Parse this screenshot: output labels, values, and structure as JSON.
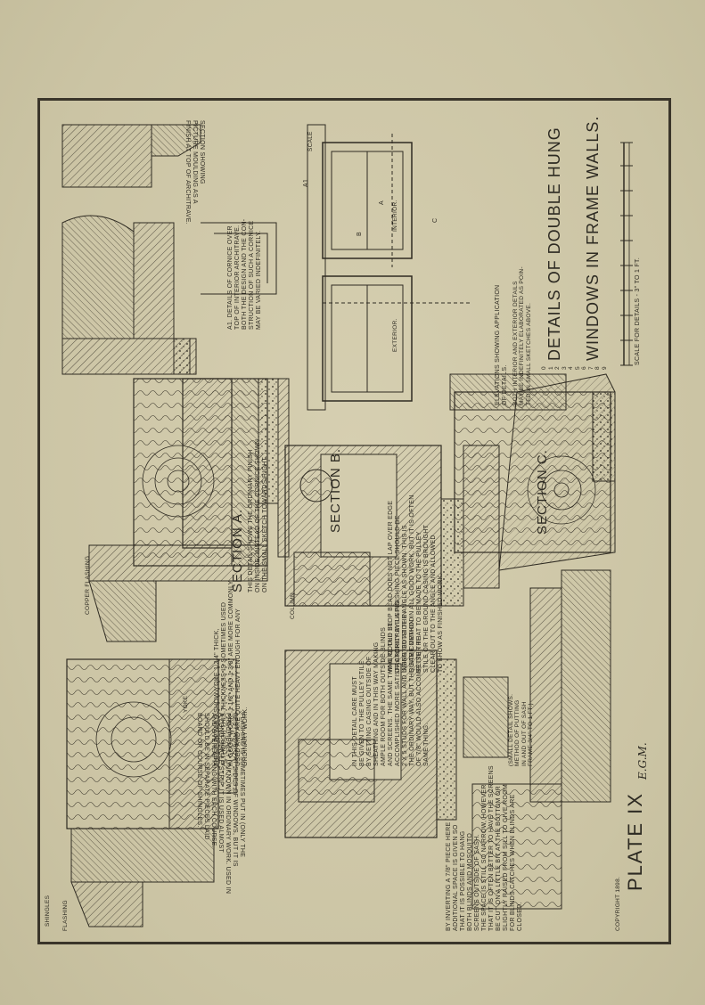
{
  "plate": {
    "title_line1": "DETAILS OF DOUBLE HUNG",
    "title_line2": "WINDOWS IN FRAME WALLS.",
    "plate_number": "PLATE IX",
    "scale_caption": "SCALE FOR DETAILS - 3\" TO 1 FT.",
    "scale_ticks": [
      "0",
      "1",
      "2",
      "3",
      "4",
      "5",
      "6",
      "7",
      "8",
      "9"
    ],
    "signature": "E.G.M.",
    "copyright": "COPYRIGHT 1898."
  },
  "sections": {
    "section_a": "SECTION A.",
    "section_b": "SECTION B.",
    "section_c": "SECTION C.",
    "section_a_note": "THIS DETAIL SHOWS THE ORDINARY FINISH\nON INSIDE, INSTEAD OF THE CORNICE SHOWN\nON THE SMALL SKETCH TOWARDS RIGHT.",
    "a1_note": "A1. DETAILS OF CORNICE OVER\nTOP OF INTERIOR ARCHITRAVE.\nBOTH THE DESIGN AND THE CON-\nSTRUCTION OF SUCH A CORNICE\nMAY BE VARIED INDEFINITELY.",
    "section_showing": "SECTION SHOWING\nPICTURE MOULDING AS A\nFINISH AT TOP OF ARCHITRAVE."
  },
  "labels": {
    "shingles": "SHINGLES",
    "flashing": "FLASHING",
    "copper_flashing": "COPPER FLASHING",
    "yoke": "YOKE",
    "column": "COLUMN",
    "scale_small": "SCALE",
    "sketch_a": "A",
    "sketch_a1": "A1",
    "sketch_b": "B",
    "sketch_c": "C",
    "interior": "INTERIOR.",
    "exterior": "EXTERIOR."
  },
  "notes": {
    "flashing_note": "FLASHING IS SOMETIMES PUT IN (ONLY THE\nBEST WORK) AT SIDES OF WINDOWS, BUT IT IS\nPRACTICALLY UNKNOWN IN ORDINARY WORK. USED IN\nA LONG SINGLE STRIP, IT IS USED ALMOST\nAND OVERLAPPING WITH EACH COURSE.\nSHOULD BE IN SEPARATE PIECES LAID\nBOARD OR COURSE OF SHINGLES.",
    "thickness_note": "THESE DETAILS SHOW YOKE 1 3/4\" THICK,\nALTHOUGH THIS THICKNESS IS SOMETIMES USED\nIN GOOD WORK. 1 1/8\" AND 1 3/8\" ARE MORE COMMONLY\nUSED AND ARE QUITE HEAVY ENOUGH FOR ANY\nORDINARY WORK.",
    "inverting_note": "BY INVERTING A 7/8\" PIECE HERE\nADDITIONAL SPACE IS GIVEN SO\nTHAT IT IS POSSIBLE TO HANG\nBOTH BLINDS AND MOSQUITO\nSCREENS OUTSIDE OF SASH.\nTHE SPACE IS STILL SO NARROW, HOWEVER\nTHAT IT IS OFTEN BETTER TO HAVE THE SCREENS\nBE CUT ON A LITTLE BIT AT THE BOTTOM OR\nSLIGHTLY RAISED FROM SILL TO GIVE ROOM\nFOR BLINDS CATCHES WHEN BLINDS ARE\nCLOSED.",
    "pulley_note": "IN THIS DETAIL CARE MUST\nBE GIVEN TO THE PULLEY STILE\nBY SETTING CASING OUTSIDE OF\nSHEATHING AND IN THIS WAY MAKING\nAMPLE ROOM FOR BOTH OUTSIDE BLINDS\nAND SCREENS. THE SAME THING COULD BE\nACCOMPLISHED MORE SATISFACTORILY BY USING\n2 X 5 STUDS FOR WALL AND USING OUTSIDE IN\nTHE ORDINARY WAY, BUT THE SAME METHOD\nOF 7/8\" WOULD ALSO ACCOMPLISH THE\nSAME THING.",
    "stop_bead_note": "WHERE THE STOP BEAD DOES NOT LAP OVER EDGE\nOF ARCHITRAVE A FINISHING PIECE SHOULD BE\nINSERTED AT THE ANGLE AS SHOWN. THIS IS\nQUITE COMMON IN ALL GOOD WORK, BUT IT IS OFTEN\nBETTER THAT TO BE MADE TO THE PULLEY\nSTILE OR THE GROUND CASING IS BROUGHT\nCLEAR OUT TO THE ANGLE AND ALLOWED\nTO SHOW AS FINISHED WORK.",
    "small_sketch_note": "(SMALL DETAIL SHOWS.\nMETHOD OF PUTTING\nIN AND OUT OF SASH\nFRAME 3/4\" TO 1 FT.)",
    "elevations_caption": "ELEVATIONS SHOWING APPLICATION\nOF DETAILS.",
    "elevations_note": "BOTH INTERIOR AND EXTERIOR DETAILS\nMAY BE INDEFINITELY ELABORATED AS POIN-\nTED IN SMALL SKETCHES ABOVE."
  }
}
